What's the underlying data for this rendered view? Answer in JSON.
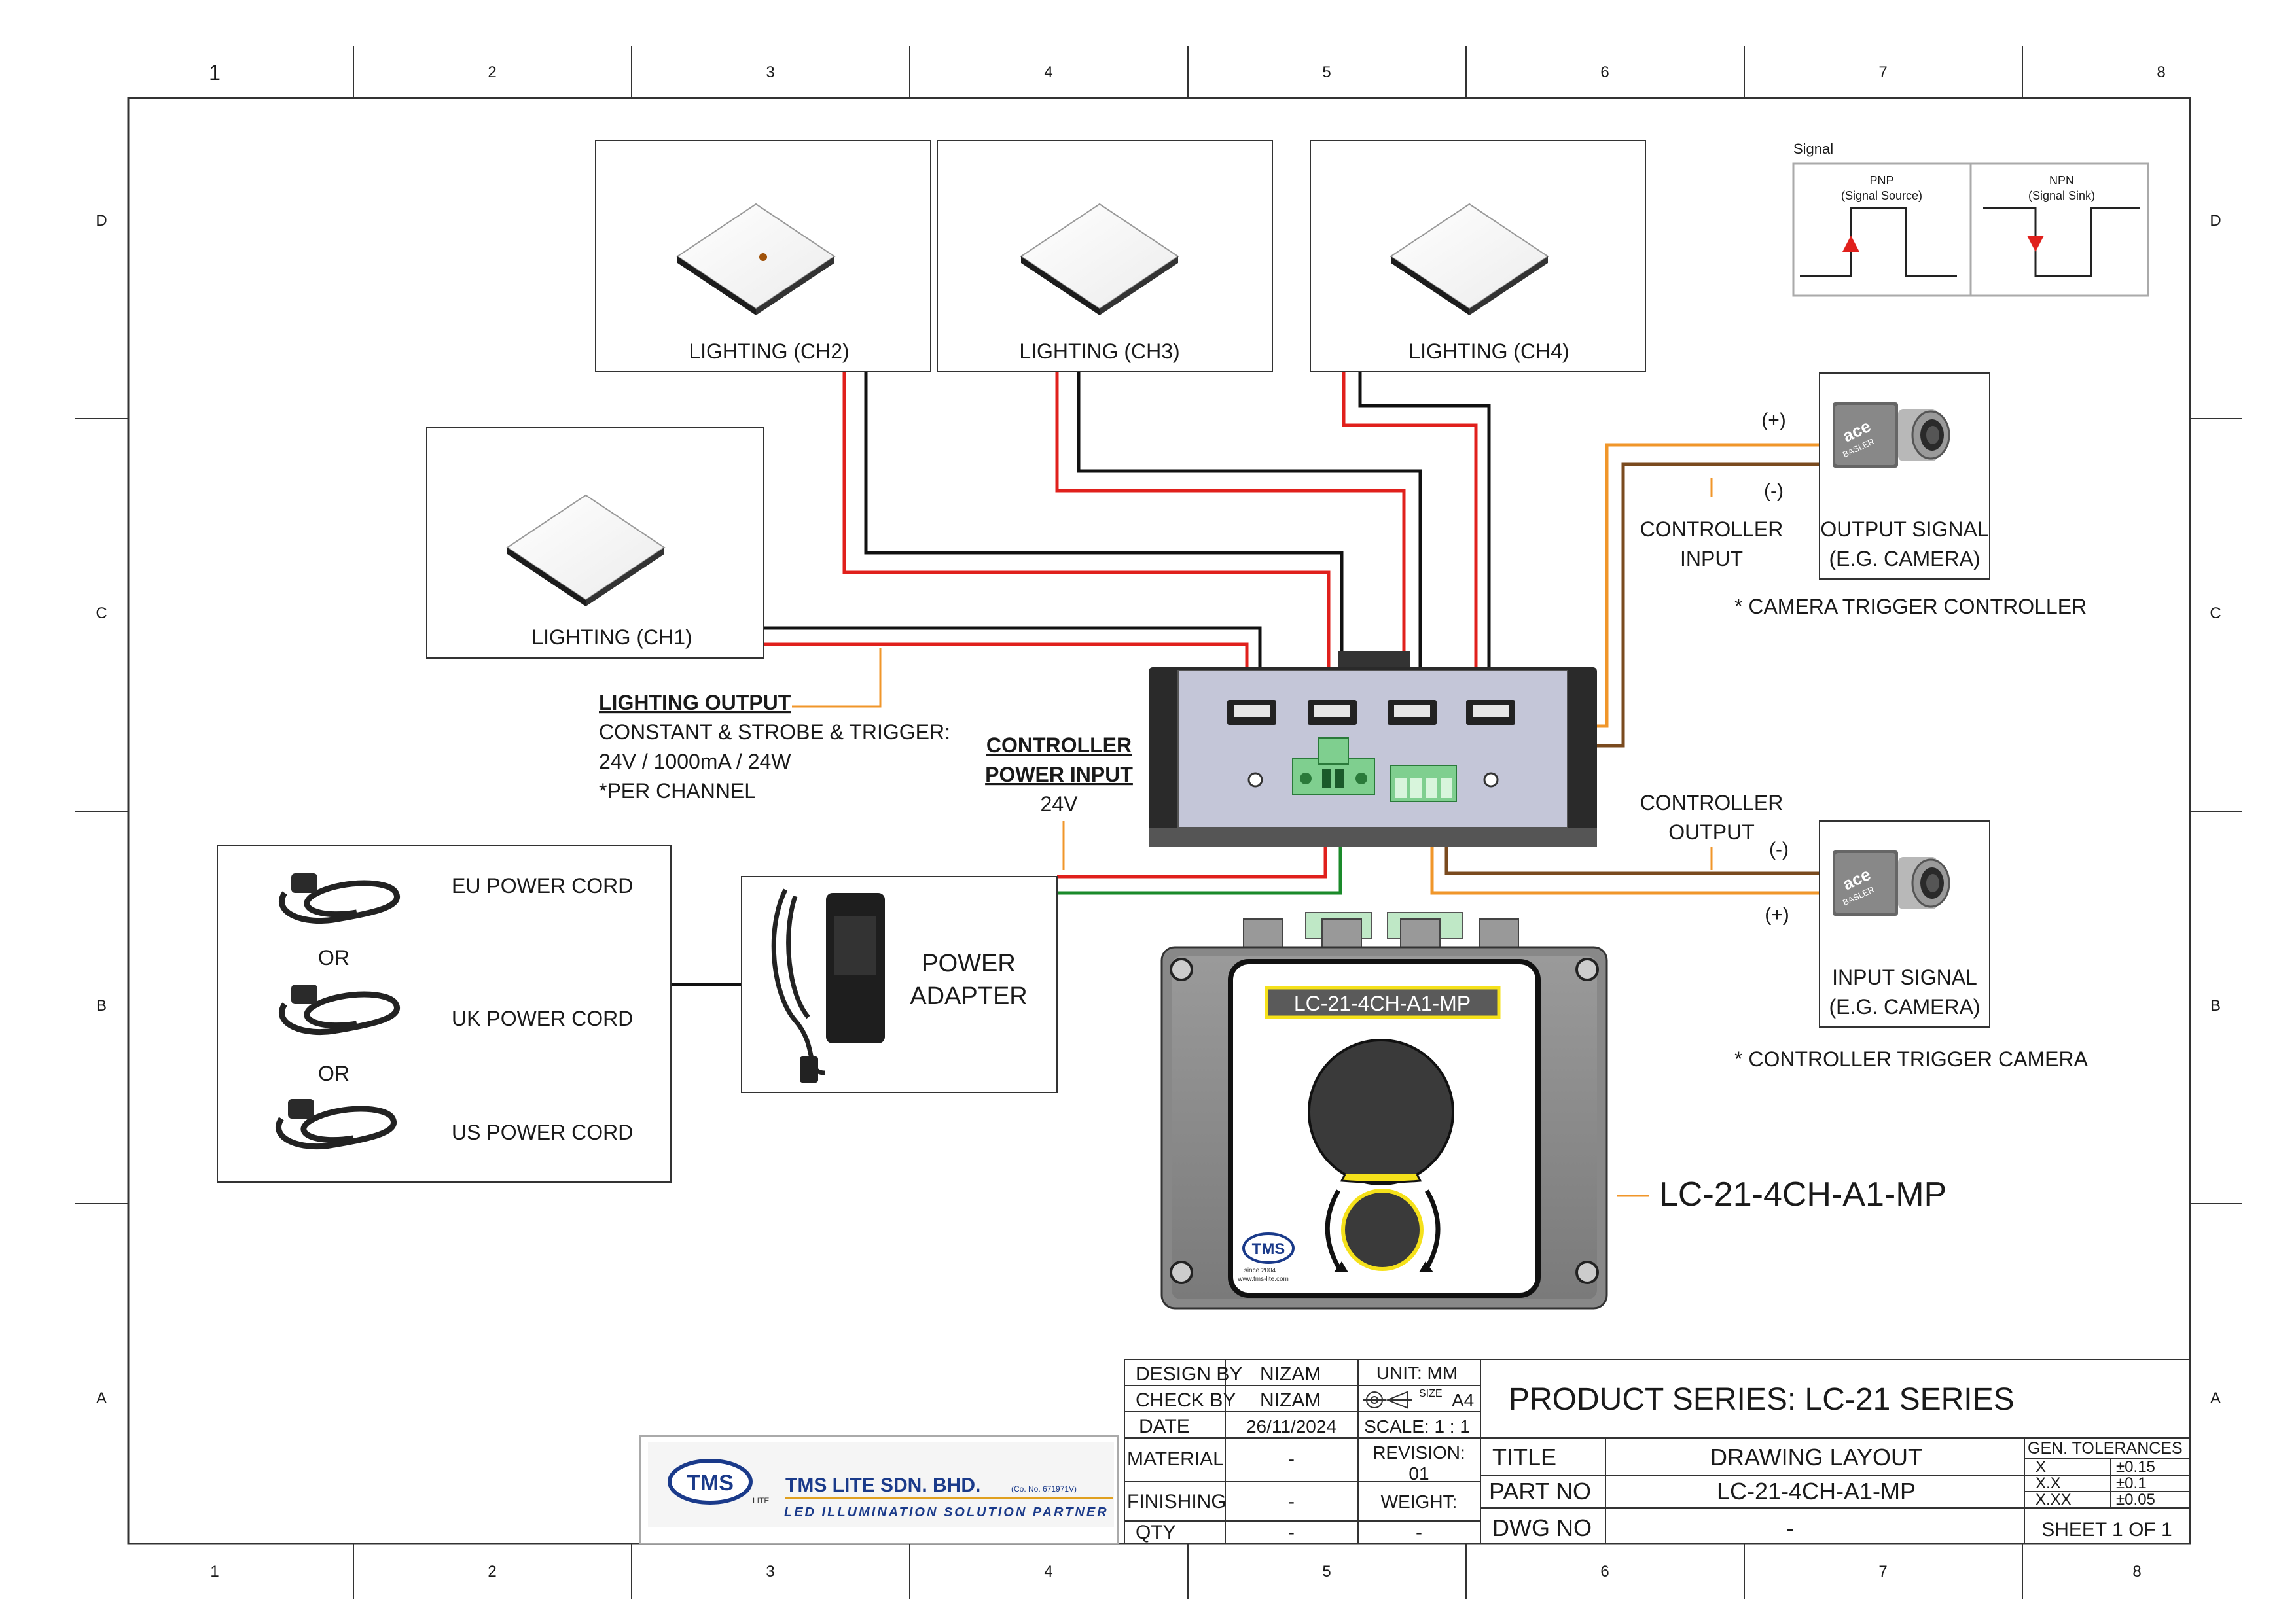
{
  "zone_columns": [
    "1",
    "2",
    "3",
    "4",
    "5",
    "6",
    "7",
    "8"
  ],
  "zone_rows": [
    "D",
    "C",
    "B",
    "A"
  ],
  "lighting": {
    "ch1": "LIGHTING (CH1)",
    "ch2": "LIGHTING (CH2)",
    "ch3": "LIGHTING (CH3)",
    "ch4": "LIGHTING (CH4)"
  },
  "signal_legend": {
    "title": "Signal",
    "pnp_title": "PNP",
    "pnp_sub": "(Signal Source)",
    "npn_title": "NPN",
    "npn_sub": "(Signal Sink)"
  },
  "lighting_output": {
    "title": "LIGHTING OUTPUT",
    "line1": "CONSTANT & STROBE & TRIGGER:",
    "line2": "24V / 1000mA / 24W",
    "line3": "*PER CHANNEL"
  },
  "controller_power_input": {
    "line1": "CONTROLLER",
    "line2": "POWER INPUT",
    "voltage": "24V"
  },
  "controller_input": {
    "line1": "CONTROLLER",
    "line2": "INPUT"
  },
  "controller_output": {
    "line1": "CONTROLLER",
    "line2": "OUTPUT"
  },
  "camera_top": {
    "plus": "(+)",
    "minus": "(-)",
    "line1": "OUTPUT SIGNAL",
    "line2": "(E.G. CAMERA)",
    "note": "* CAMERA TRIGGER CONTROLLER",
    "brand1": "ace",
    "brand2": "BASLER"
  },
  "camera_bottom": {
    "plus": "(+)",
    "minus": "(-)",
    "line1": "INPUT SIGNAL",
    "line2": "(E.G. CAMERA)",
    "note": "* CONTROLLER TRIGGER CAMERA",
    "brand1": "ace",
    "brand2": "BASLER"
  },
  "power_cords": {
    "eu": "EU POWER CORD",
    "uk": "UK POWER CORD",
    "us": "US POWER CORD",
    "or": "OR"
  },
  "power_adapter": {
    "line1": "POWER",
    "line2": "ADAPTER"
  },
  "controller": {
    "label": "LC-21-4CH-A1-MP",
    "callout": "LC-21-4CH-A1-MP",
    "logo": "TMS",
    "logo_small1": "since 2004",
    "logo_small2": "www.tms-lite.com"
  },
  "title_block": {
    "design_by_label": "DESIGN BY",
    "design_by": "NIZAM",
    "check_by_label": "CHECK BY",
    "check_by": "NIZAM",
    "date_label": "DATE",
    "date": "26/11/2024",
    "unit": "UNIT:  MM",
    "size_label": "SIZE",
    "size": "A4",
    "scale": "SCALE: 1 : 1",
    "material_label": "MATERIAL",
    "material": "-",
    "revision_label": "REVISION:",
    "revision": "01",
    "finishing_label": "FINISHING",
    "finishing": "-",
    "weight_label": "WEIGHT:",
    "weight": "-",
    "qty_label": "QTY",
    "qty": "-",
    "product_series": "PRODUCT SERIES: LC-21 SERIES",
    "title_label": "TITLE",
    "title": "DRAWING LAYOUT",
    "part_no_label": "PART NO",
    "part_no": "LC-21-4CH-A1-MP",
    "dwg_no_label": "DWG NO",
    "dwg_no": "-",
    "tol_title": "GEN. TOLERANCES",
    "tol": [
      {
        "k": "X",
        "v": "±0.15"
      },
      {
        "k": "X.X",
        "v": "±0.1"
      },
      {
        "k": "X.XX",
        "v": "±0.05"
      }
    ],
    "sheet": "SHEET 1 OF 1"
  },
  "company": {
    "logo": "TMS",
    "logo_sub": "LITE",
    "name": "TMS LITE SDN. BHD.",
    "reg": "(Co. No. 671971V)",
    "tagline": "LED ILLUMINATION SOLUTION PARTNER"
  },
  "colors": {
    "red": "#e0201c",
    "black": "#111111",
    "green": "#1a8a2a",
    "orange": "#f0962a",
    "brown": "#7a4a1e",
    "controller_face": "#c4c6d8",
    "yellow": "#f5e11a"
  }
}
